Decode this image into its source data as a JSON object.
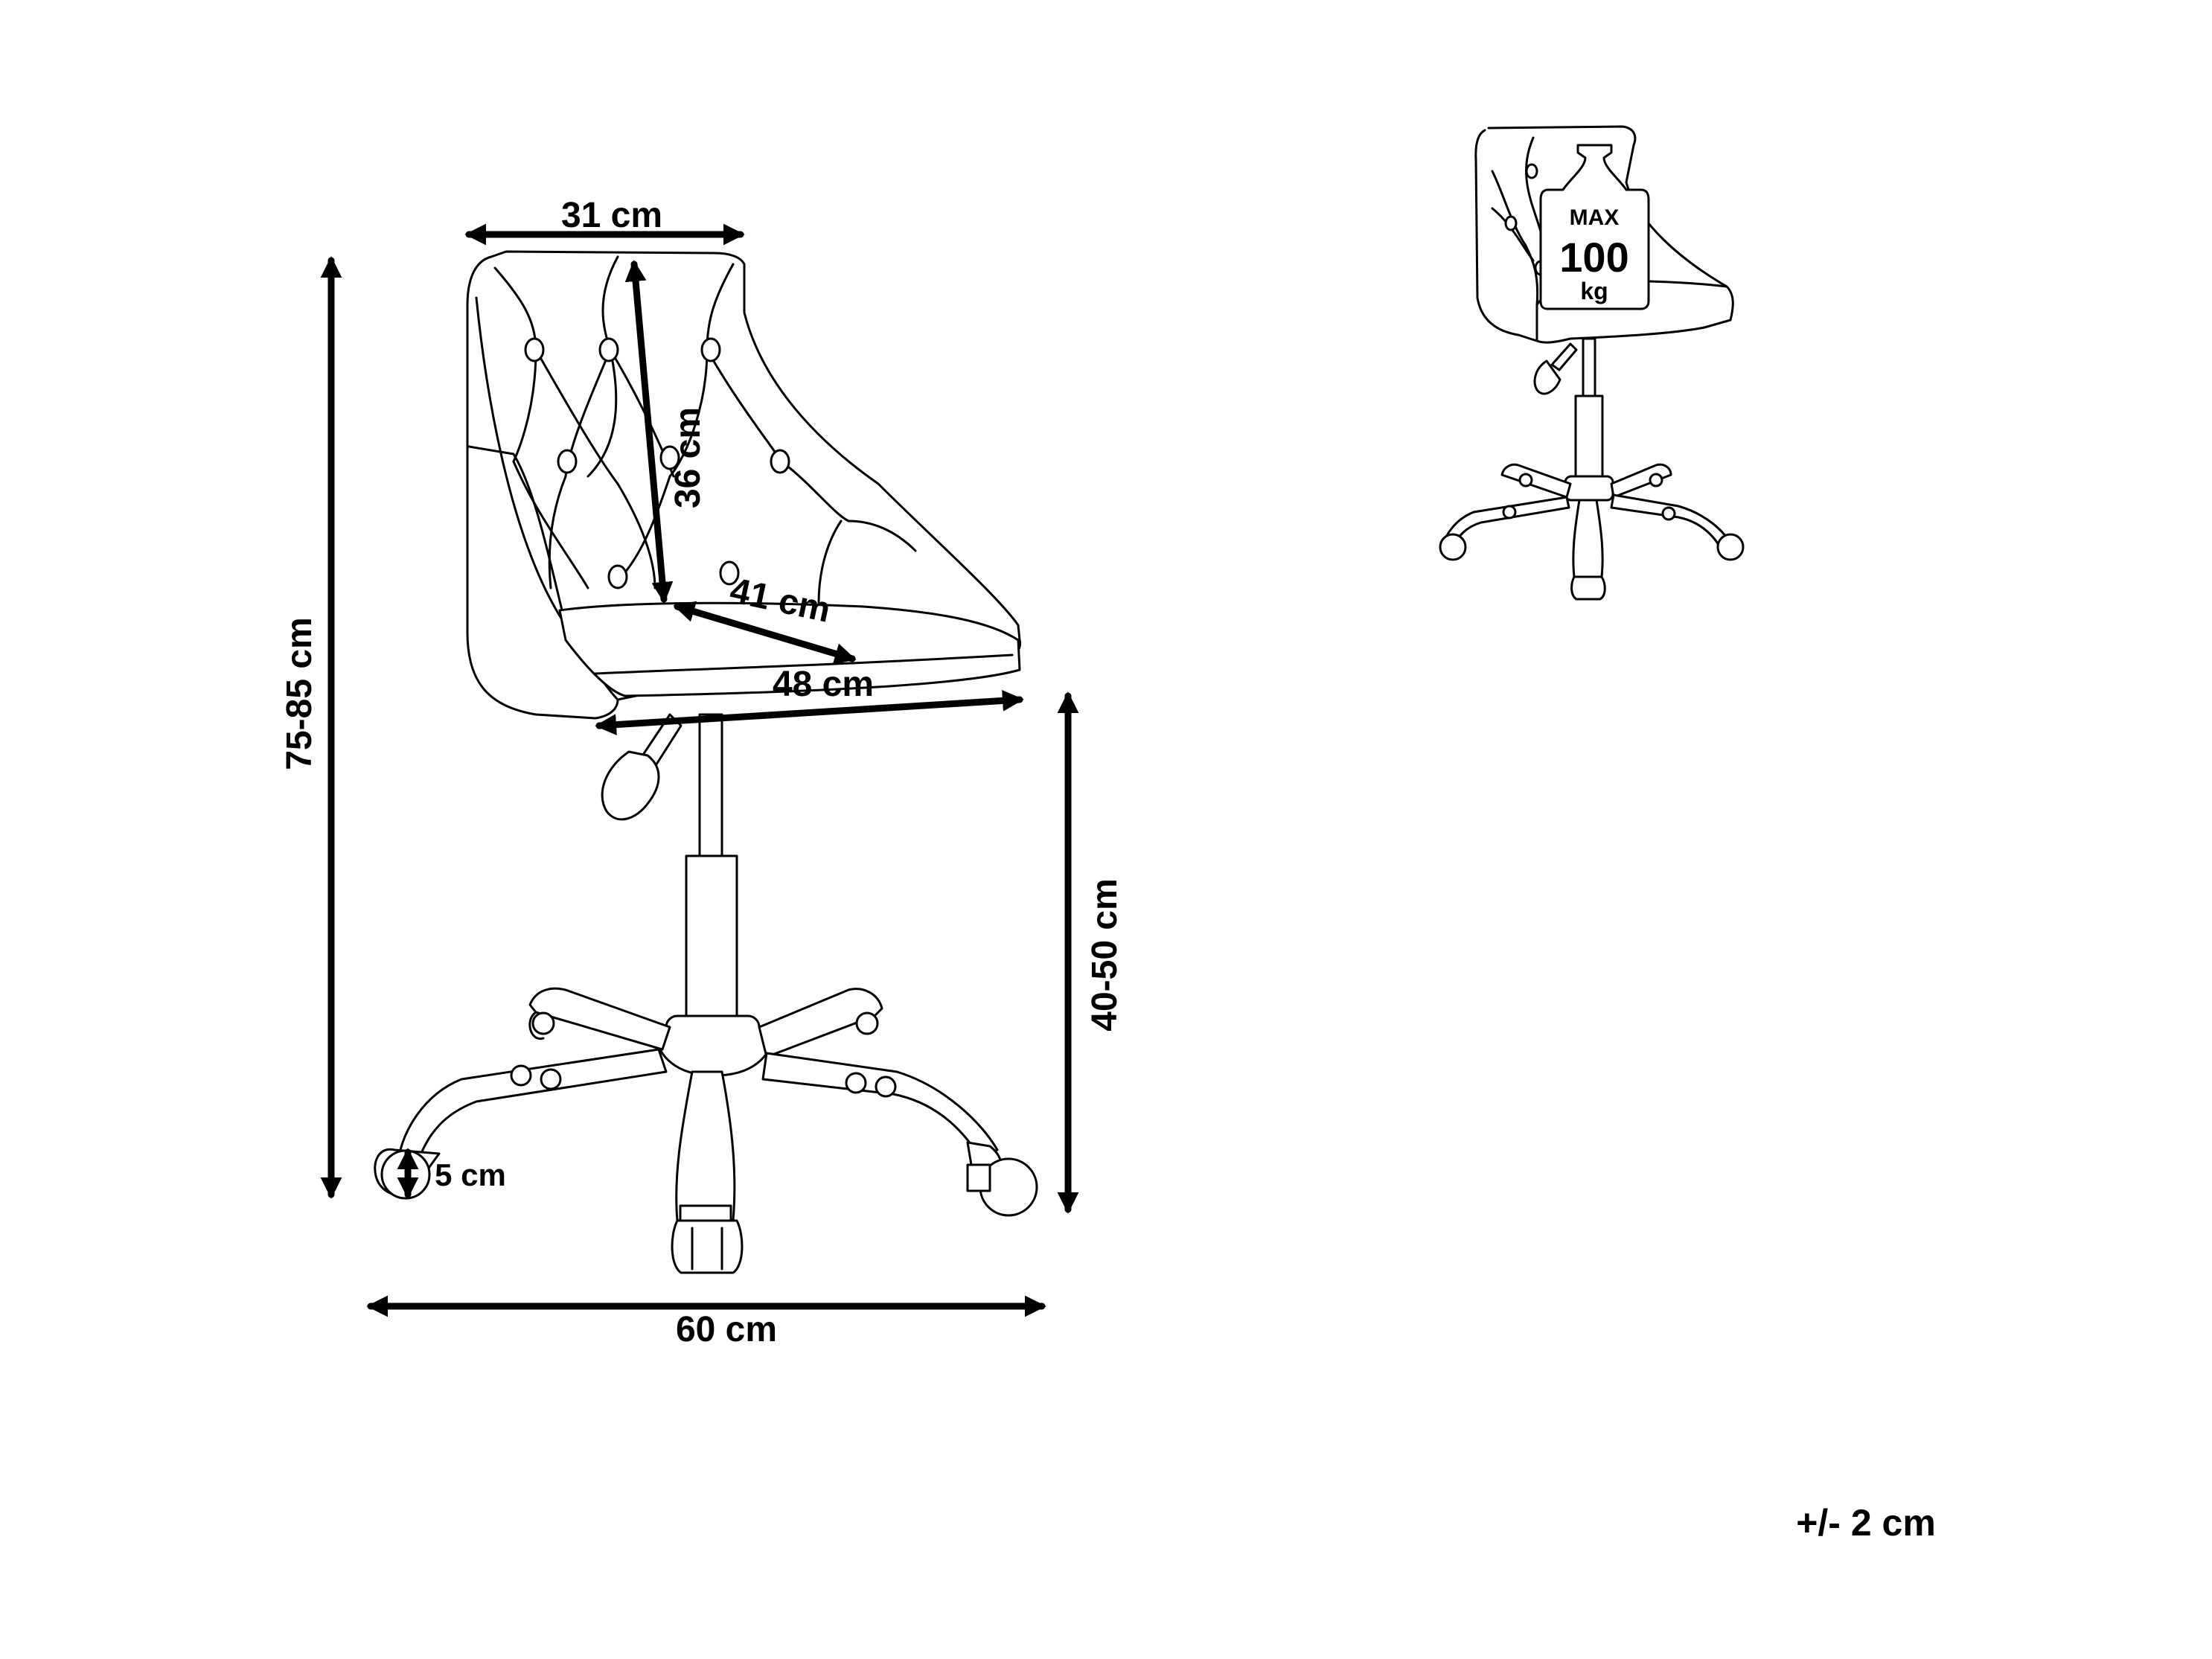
{
  "dimensions": {
    "backrest_width": "31 cm",
    "backrest_height": "36 cm",
    "seat_depth": "41 cm",
    "seat_width": "48 cm",
    "total_height": "75-85 cm",
    "seat_height": "40-50 cm",
    "wheel_height": "5 cm",
    "base_width": "60 cm"
  },
  "weight_badge": {
    "line1": "MAX",
    "line2": "100",
    "line3": "kg"
  },
  "tolerance": "+/- 2 cm"
}
